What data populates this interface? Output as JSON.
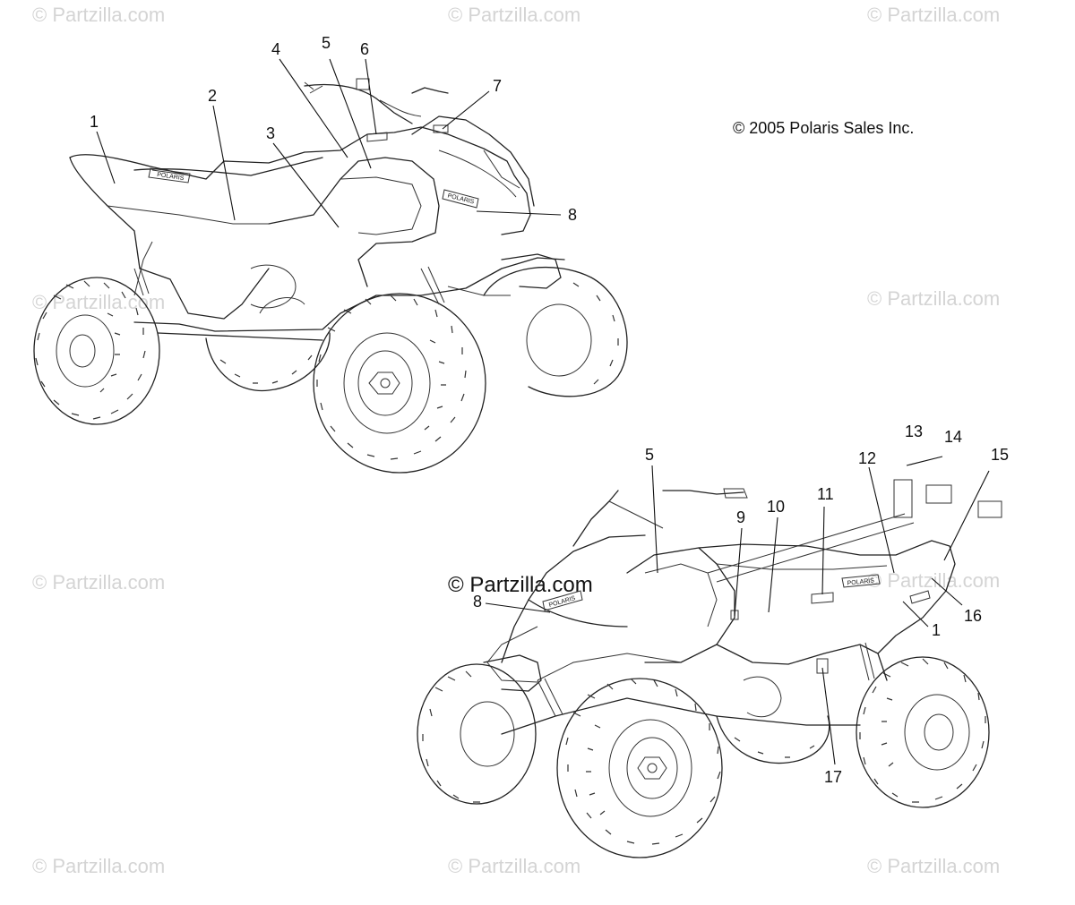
{
  "watermark": {
    "text": "© Partzilla.com",
    "main_text": "© Partzilla.com"
  },
  "copyright": "© 2005 Polaris Sales Inc.",
  "decal_brand": "POLARIS",
  "colors": {
    "line": "#111111",
    "watermark": "#d4d4d4",
    "background": "#ffffff"
  },
  "callouts": {
    "top_view": [
      "1",
      "2",
      "3",
      "4",
      "5",
      "6",
      "7",
      "8"
    ],
    "bottom_view": [
      "5",
      "8",
      "9",
      "10",
      "11",
      "12",
      "13",
      "14",
      "15",
      "16",
      "1",
      "17"
    ]
  }
}
